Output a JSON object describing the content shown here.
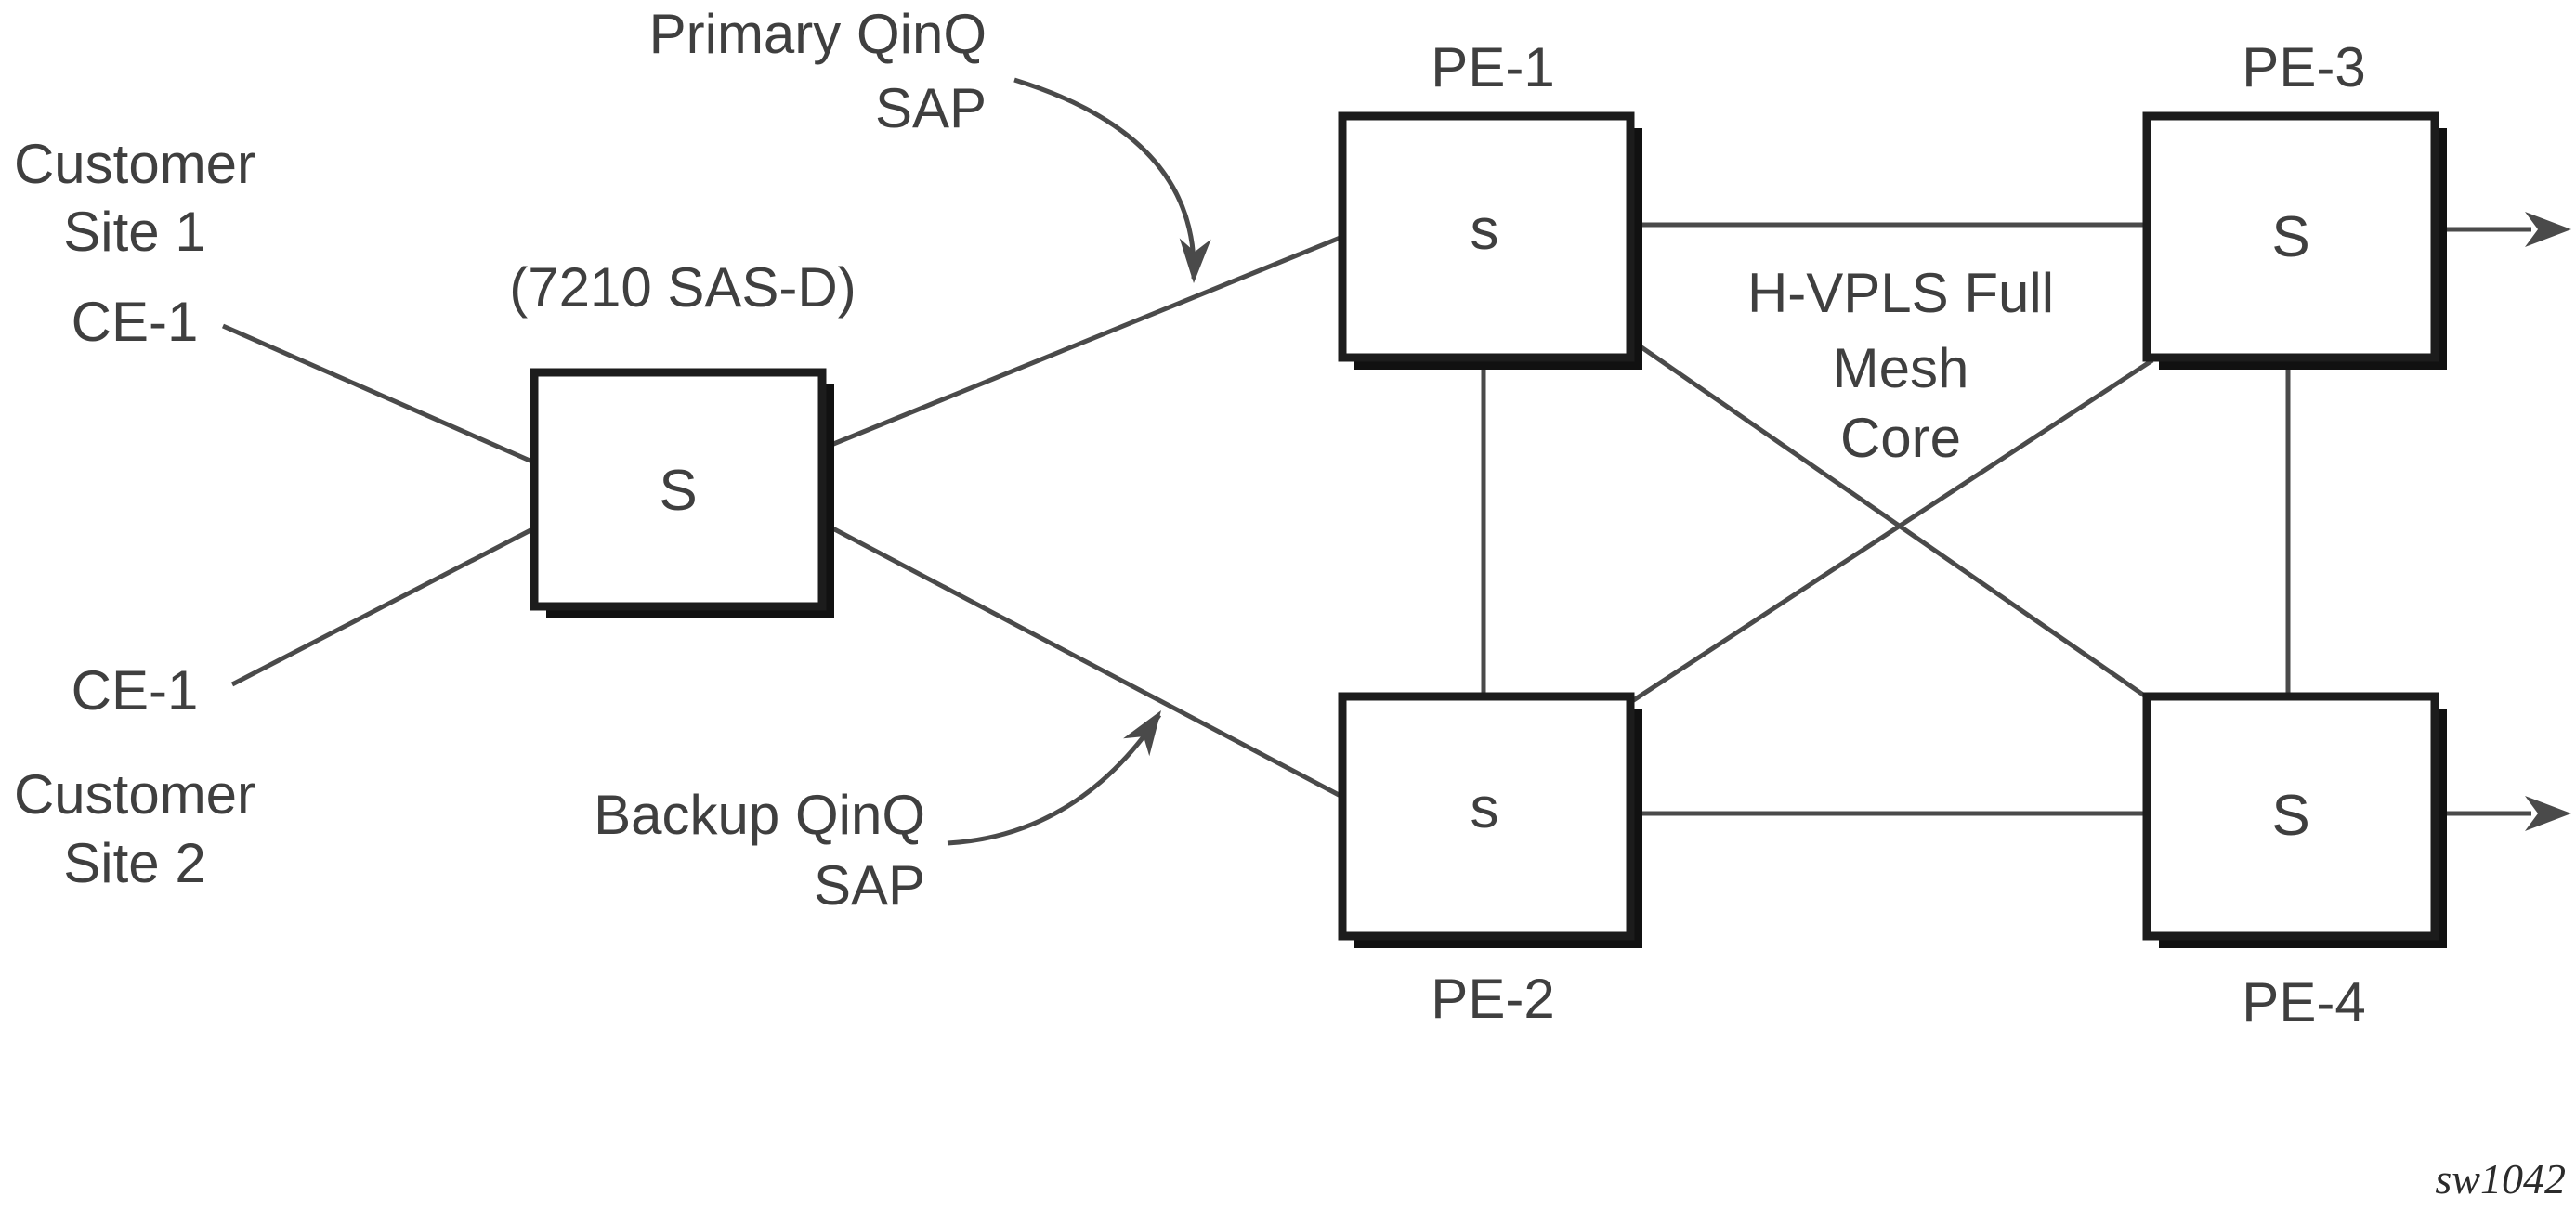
{
  "diagram": {
    "title_implicit": "H-VPLS full mesh core with redundant QinQ SAPs",
    "watermark": "sw1042",
    "colors": {
      "text": "#3f3f3f",
      "line": "#4a4a4a",
      "box_border": "#1c1c1c",
      "box_shadow": "#111111",
      "background": "#ffffff"
    },
    "site1": {
      "line1": "Customer",
      "line2": "Site 1",
      "ce": "CE-1"
    },
    "site2": {
      "ce": "CE-1",
      "line1": "Customer",
      "line2": "Site 2"
    },
    "switch_model": "(7210 SAS-D)",
    "annotations": {
      "primary": {
        "line1": "Primary QinQ",
        "line2": "SAP"
      },
      "backup": {
        "line1": "Backup QinQ",
        "line2": "SAP"
      },
      "core": {
        "line1": "H-VPLS Full",
        "line2": "Mesh",
        "line3": "Core"
      }
    },
    "nodes": {
      "sw": {
        "letter": "S"
      },
      "pe1": {
        "title": "PE-1",
        "letter": "s"
      },
      "pe2": {
        "title": "PE-2",
        "letter": "s"
      },
      "pe3": {
        "title": "PE-3",
        "letter": "S"
      },
      "pe4": {
        "title": "PE-4",
        "letter": "S"
      }
    },
    "links": [
      {
        "from": "CE-1 (Site 1)",
        "to": "S (7210 SAS-D)"
      },
      {
        "from": "CE-1 (Site 2)",
        "to": "S (7210 SAS-D)"
      },
      {
        "from": "S (7210 SAS-D)",
        "to": "PE-1",
        "role": "Primary QinQ SAP"
      },
      {
        "from": "S (7210 SAS-D)",
        "to": "PE-2",
        "role": "Backup QinQ SAP"
      },
      {
        "from": "PE-1",
        "to": "PE-3"
      },
      {
        "from": "PE-1",
        "to": "PE-2"
      },
      {
        "from": "PE-1",
        "to": "PE-4"
      },
      {
        "from": "PE-2",
        "to": "PE-3"
      },
      {
        "from": "PE-2",
        "to": "PE-4"
      },
      {
        "from": "PE-3",
        "to": "PE-4"
      },
      {
        "from": "PE-3",
        "to": "external",
        "style": "arrow-right"
      },
      {
        "from": "PE-4",
        "to": "external",
        "style": "arrow-right"
      }
    ]
  }
}
